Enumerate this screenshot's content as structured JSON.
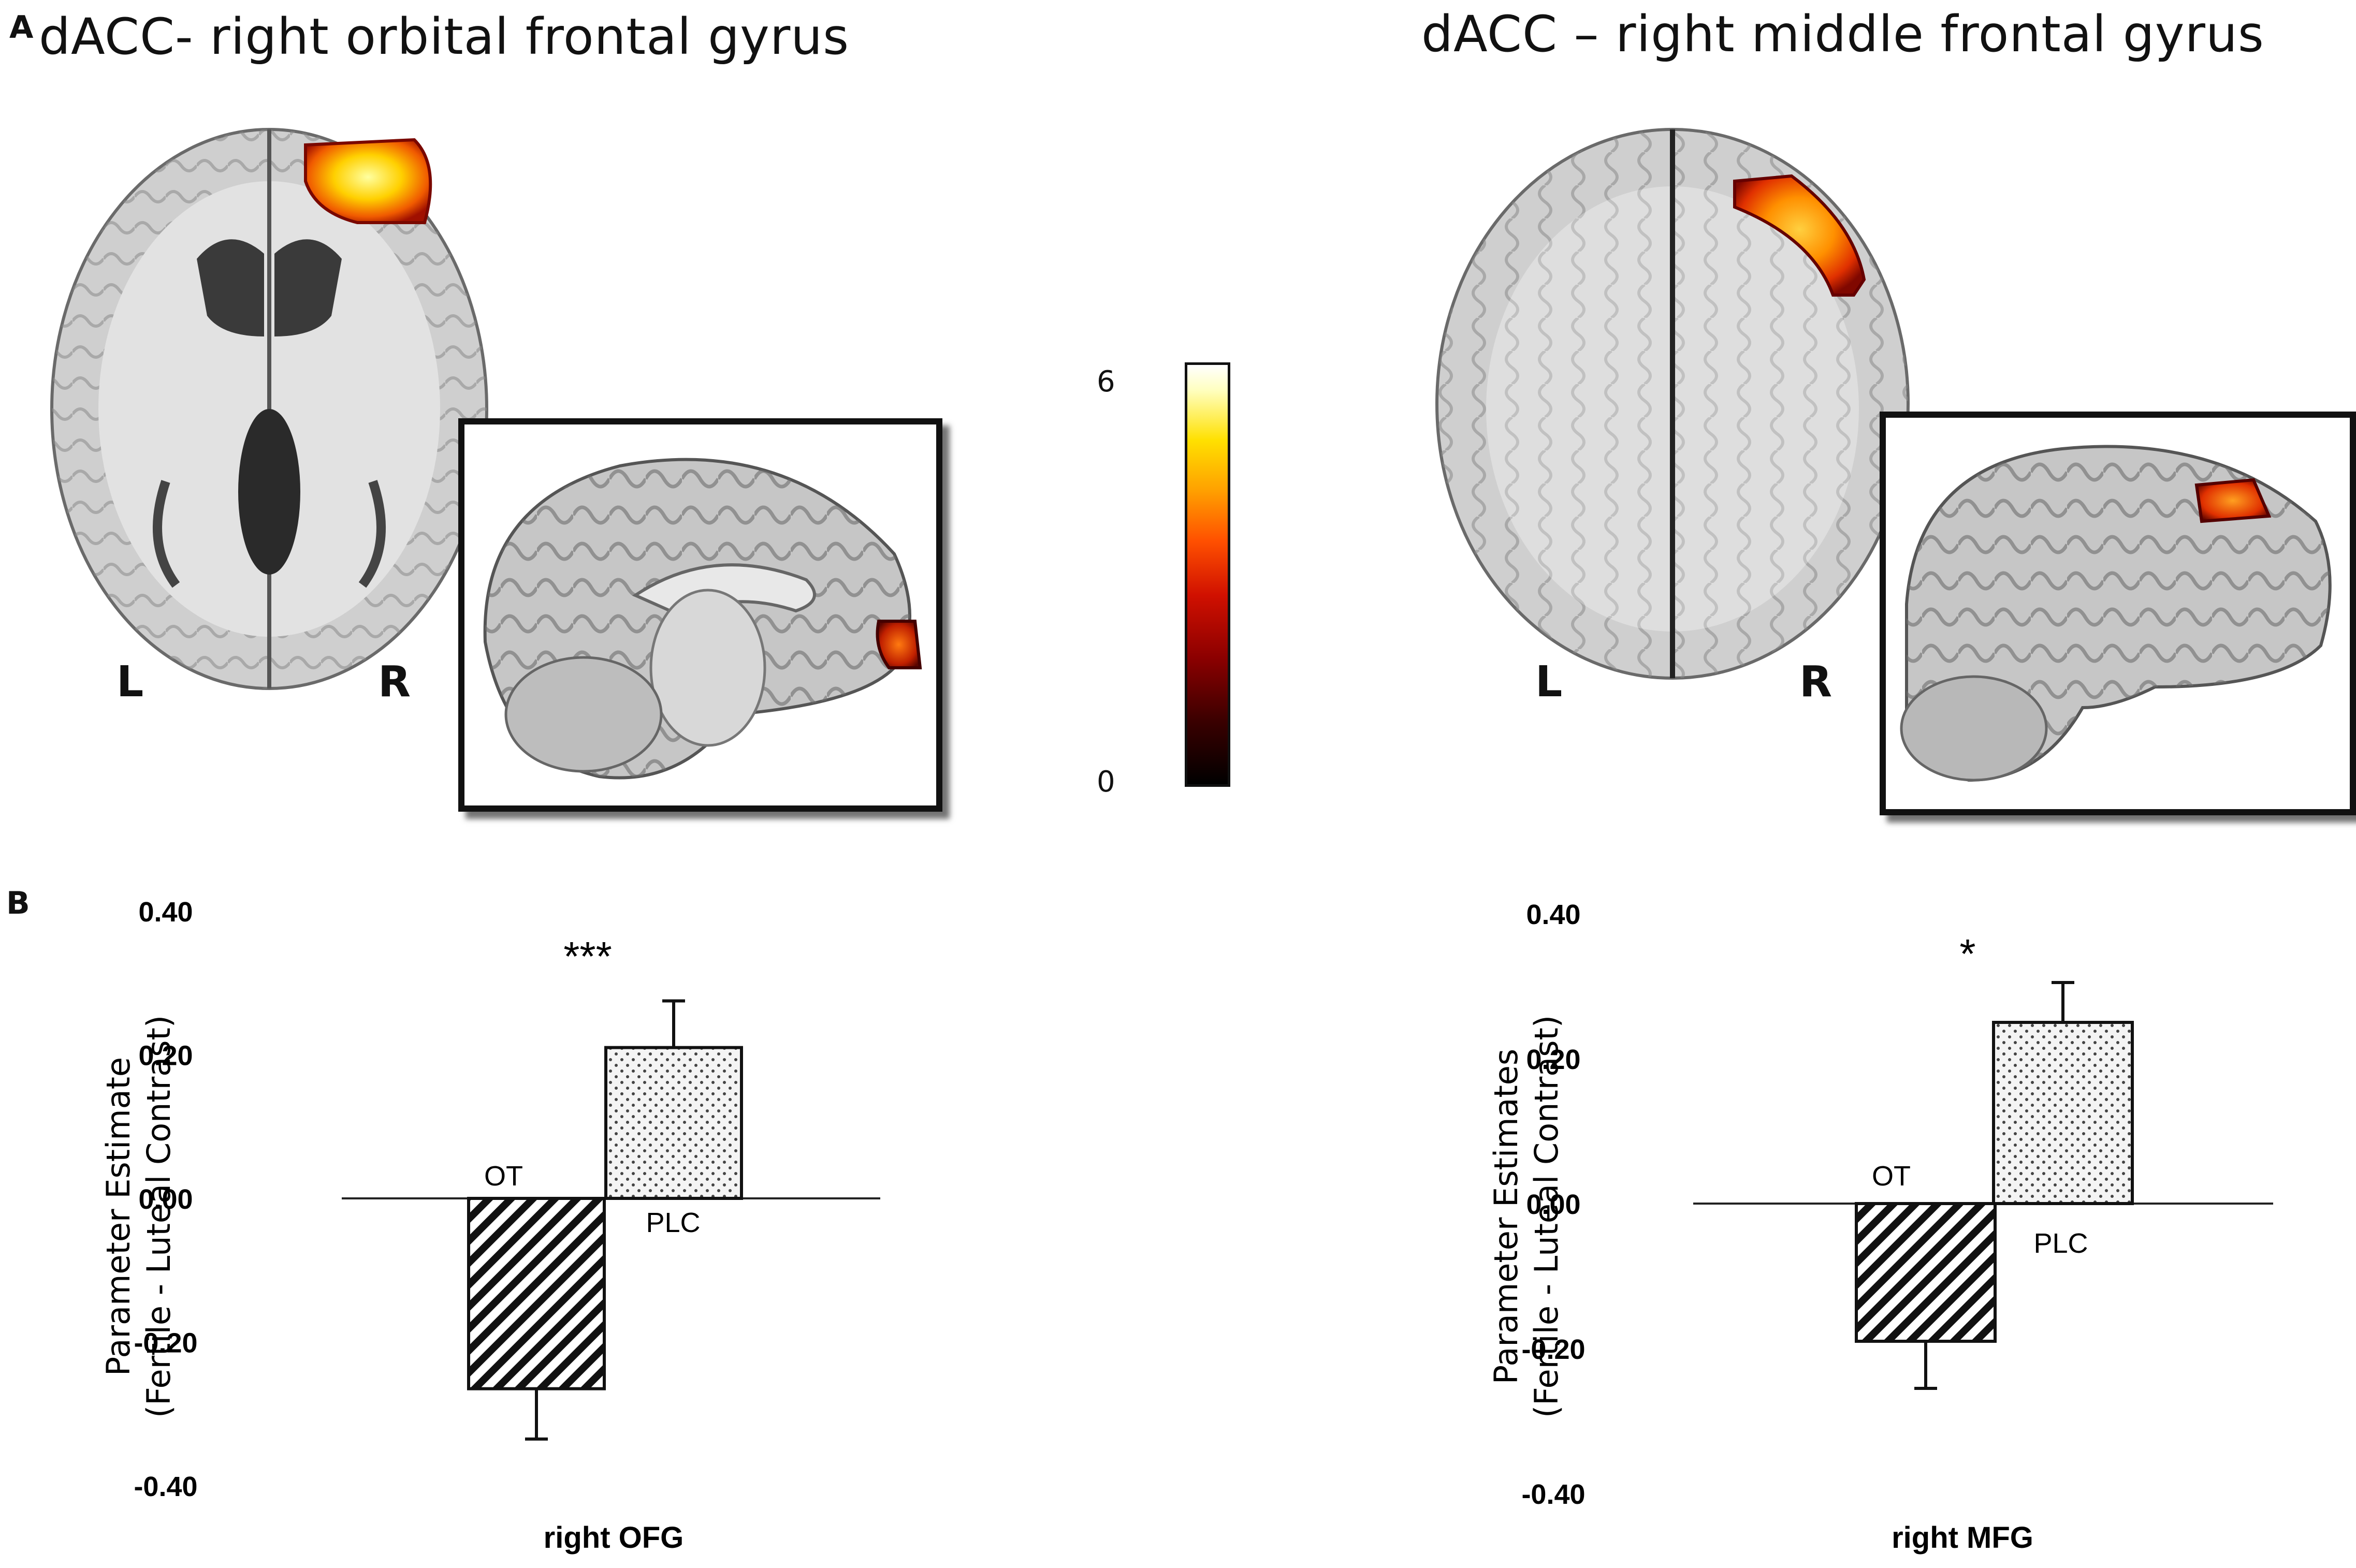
{
  "panel_a": {
    "label": "A",
    "left_title": "dACC- right orbital frontal gyrus",
    "right_title": "dACC – right middle frontal gyrus",
    "left_side_labels": {
      "left": "L",
      "right": "R"
    },
    "right_side_labels": {
      "left": "L",
      "right": "R"
    },
    "colorbar": {
      "max_label": "6",
      "min_label": "0",
      "scale": "hot"
    }
  },
  "panel_b": {
    "label": "B"
  },
  "chart_data": [
    {
      "type": "bar",
      "categories": [
        "OT",
        "PLC"
      ],
      "values": [
        -0.265,
        0.21
      ],
      "errors": [
        0.07,
        0.065
      ],
      "patterns": [
        "diagonal-hatch",
        "dotted"
      ],
      "ylim": [
        -0.4,
        0.4
      ],
      "yticks": [
        "0.40",
        "0.20",
        "0.00",
        "-0.20",
        "-0.40"
      ],
      "ylabel_line1": "Parameter Estimate",
      "ylabel_line2": "(Fertile - Luteal Contrast)",
      "xlabel": "right OFG",
      "significance": "***"
    },
    {
      "type": "bar",
      "categories": [
        "OT",
        "PLC"
      ],
      "values": [
        -0.19,
        0.25
      ],
      "errors": [
        0.065,
        0.055
      ],
      "patterns": [
        "diagonal-hatch",
        "dotted"
      ],
      "ylim": [
        -0.4,
        0.4
      ],
      "yticks": [
        "0.40",
        "0.20",
        "0.00",
        "-0.20",
        "-0.40"
      ],
      "ylabel_line1": "Parameter Estimates",
      "ylabel_line2": "(Fertile - Luteal Contrast)",
      "xlabel": "right MFG",
      "significance": "*"
    }
  ]
}
